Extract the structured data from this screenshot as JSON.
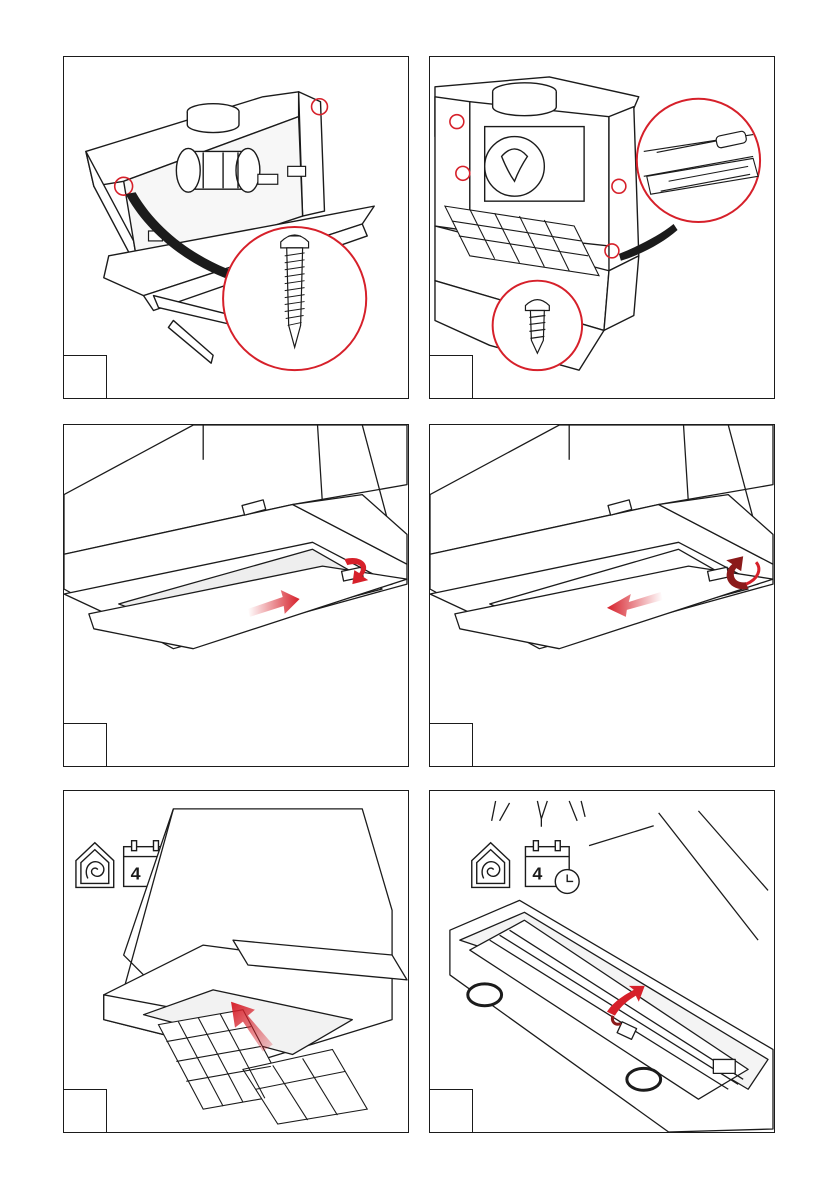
{
  "document": {
    "type": "assembly-instruction-sheet"
  },
  "colors": {
    "line": "#1b1b1b",
    "accent_red": "#d6202a",
    "page_background": "#ffffff"
  },
  "panels": [
    {
      "id": "p1",
      "step_number": "",
      "icons": [
        "screw-icon",
        "magnifier-circle"
      ]
    },
    {
      "id": "p2",
      "step_number": "",
      "icons": [
        "screw-icon",
        "screwdriver-icon",
        "magnifier-circle"
      ]
    },
    {
      "id": "p3",
      "step_number": "",
      "icons": [
        "slide-right-arrow-icon",
        "rotate-arrow-icon"
      ]
    },
    {
      "id": "p4",
      "step_number": "",
      "icons": [
        "slide-left-arrow-icon",
        "rotate-arrow-icon"
      ]
    },
    {
      "id": "p5",
      "step_number": "",
      "icons": [
        "recirculation-house-icon",
        "calendar-clock-icon",
        "insert-arrow-icon"
      ]
    },
    {
      "id": "p6",
      "step_number": "",
      "icons": [
        "recirculation-house-icon",
        "calendar-clock-icon",
        "lift-arrow-icon"
      ]
    }
  ],
  "maintenance_icons": {
    "calendar_digit": "4"
  }
}
